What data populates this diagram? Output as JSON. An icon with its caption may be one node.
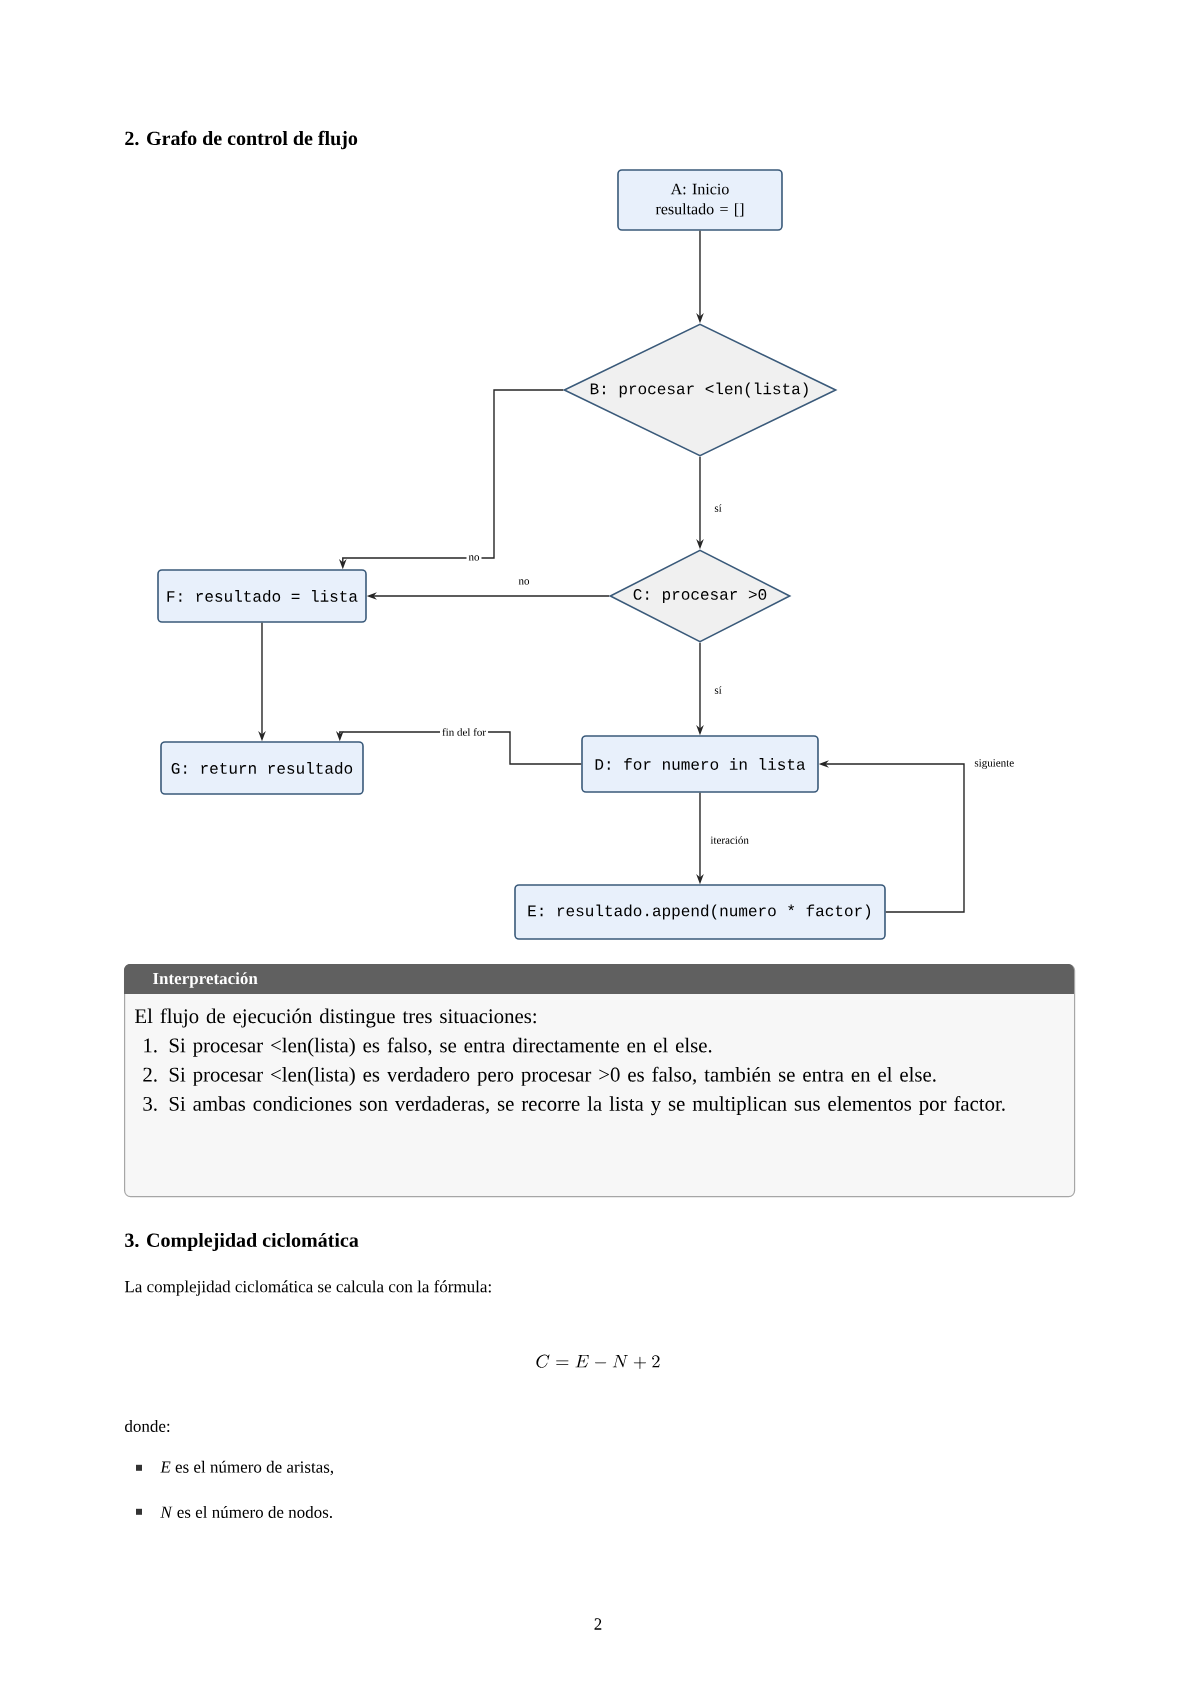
{
  "diagram": {
    "title": "2. Grafo de control de flujo",
    "nodes": [
      {
        "text": [
          "A: Inicio resultado = []"
        ]
      },
      {
        "text": [
          "B: procesar <len(lista)"
        ]
      },
      {
        "text": [
          "C: procesar >0"
        ]
      },
      {
        "text": [
          "D: for numero in lista"
        ]
      },
      {
        "text": [
          "E: resultado.append(numero * factor)"
        ]
      },
      {
        "text": [
          "F: resultado = lista"
        ]
      },
      {
        "text": [
          "G: return resultado"
        ]
      },
      {
        "text": [
          "Interpretación",
          "El flujo de ejecución distingue tres situaciones:",
          "1. Si procesar <len(lista) es falso, se entra directamente en el else.",
          "2. Si procesar <len(lista) es verdadero pero procesar >0 es falso, también se entra en el else.",
          "3. Si ambas condiciones son verdaderas, se recorre la lista y se multiplican sus elementos por factor."
        ]
      }
    ],
    "edges": [
      {
        "from": 0,
        "to": 1,
        "arrow": "to"
      },
      {
        "from": 1,
        "to": 5,
        "arrow": "to",
        "label": "no"
      },
      {
        "from": 1,
        "to": 2,
        "arrow": "to",
        "label": "sí"
      },
      {
        "from": 2,
        "to": 5,
        "arrow": "to",
        "label": "no"
      },
      {
        "from": 2,
        "to": 3,
        "arrow": "to",
        "label": "sí"
      },
      {
        "from": 5,
        "to": 6,
        "arrow": "to"
      },
      {
        "from": 3,
        "to": 6,
        "arrow": "to",
        "label": "fin del for"
      },
      {
        "from": 3,
        "to": 4,
        "arrow": "to",
        "label": "iteración"
      },
      {
        "from": 4,
        "to": 3,
        "arrow": "to",
        "label": "siguiente"
      }
    ],
    "labels": [
      "3. Complejidad ciclomática",
      "La complejidad ciclomática se calcula con la fórmula:",
      "C = E - N + 2",
      "donde:",
      "*E* es el número de aristas,",
      "*N* es el número de nodos.",
      "2"
    ]
  }
}
